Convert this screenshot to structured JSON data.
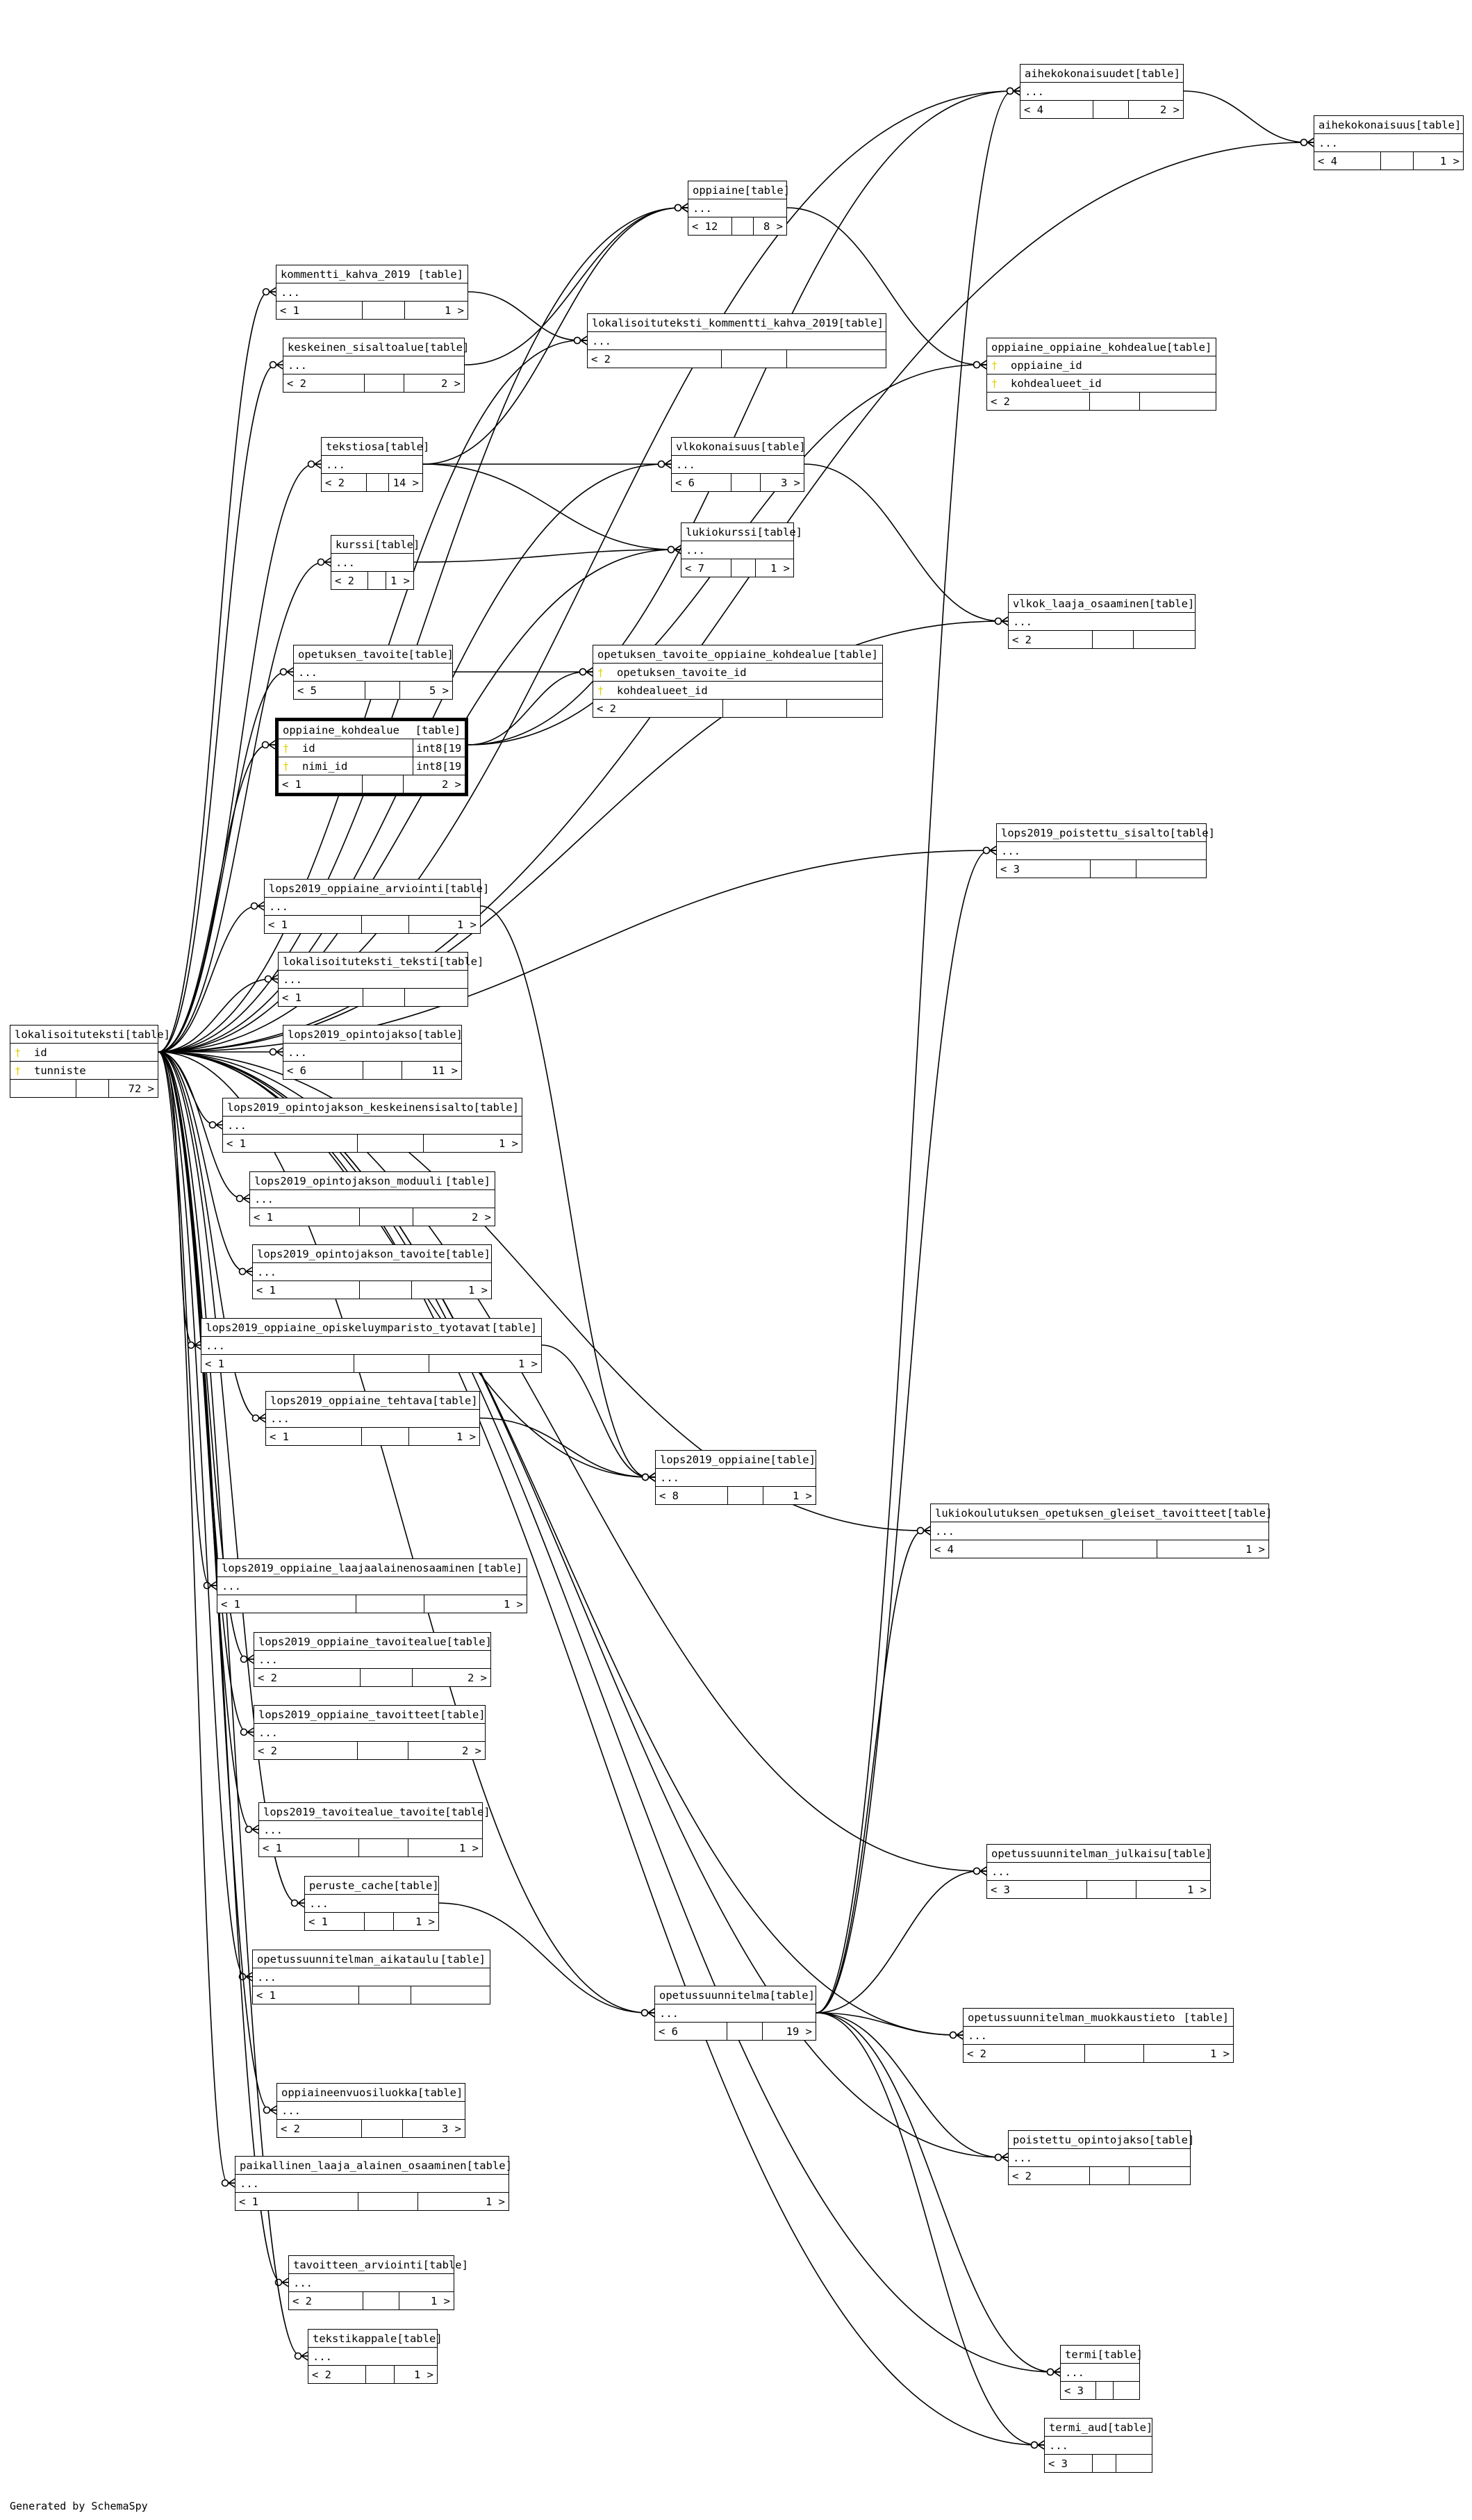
{
  "footer": "Generated by SchemaSpy",
  "table_tag": "[table]",
  "tables": [
    {
      "id": "aihekokonaisuudet",
      "name": "aihekokonaisuudet",
      "rows": [
        {
          "name": "..."
        }
      ],
      "foot": [
        "< 4",
        "",
        "2 >"
      ]
    },
    {
      "id": "aihekokonaisuus",
      "name": "aihekokonaisuus",
      "rows": [
        {
          "name": "..."
        }
      ],
      "foot": [
        "< 4",
        "",
        "1 >"
      ]
    },
    {
      "id": "oppiaine",
      "name": "oppiaine",
      "rows": [
        {
          "name": "..."
        }
      ],
      "foot": [
        "< 12",
        "",
        "8 >"
      ]
    },
    {
      "id": "kommentti_kahva_2019",
      "name": "kommentti_kahva_2019",
      "rows": [
        {
          "name": "..."
        }
      ],
      "foot": [
        "< 1",
        "",
        "1 >"
      ]
    },
    {
      "id": "lokalisoituteksti_kommentti_kahva_2019",
      "name": "lokalisoituteksti_kommentti_kahva_2019",
      "rows": [
        {
          "name": "..."
        }
      ],
      "foot": [
        "< 2",
        "",
        ""
      ]
    },
    {
      "id": "oppiaine_oppiaine_kohdealue",
      "name": "oppiaine_oppiaine_kohdealue",
      "rows": [
        {
          "key": "†",
          "name": "oppiaine_id"
        },
        {
          "key": "†",
          "name": "kohdealueet_id"
        }
      ],
      "foot": [
        "< 2",
        "",
        ""
      ]
    },
    {
      "id": "keskeinen_sisaltoalue",
      "name": "keskeinen_sisaltoalue",
      "rows": [
        {
          "name": "..."
        }
      ],
      "foot": [
        "< 2",
        "",
        "2 >"
      ]
    },
    {
      "id": "tekstiosa",
      "name": "tekstiosa",
      "rows": [
        {
          "name": "..."
        }
      ],
      "foot": [
        "< 2",
        "",
        "14 >"
      ]
    },
    {
      "id": "vlkokonaisuus",
      "name": "vlkokonaisuus",
      "rows": [
        {
          "name": "..."
        }
      ],
      "foot": [
        "< 6",
        "",
        "3 >"
      ]
    },
    {
      "id": "lukiokurssi",
      "name": "lukiokurssi",
      "rows": [
        {
          "name": "..."
        }
      ],
      "foot": [
        "< 7",
        "",
        "1 >"
      ]
    },
    {
      "id": "kurssi",
      "name": "kurssi",
      "rows": [
        {
          "name": "..."
        }
      ],
      "foot": [
        "< 2",
        "",
        "1 >"
      ]
    },
    {
      "id": "vlkok_laaja_osaaminen",
      "name": "vlkok_laaja_osaaminen",
      "rows": [
        {
          "name": "..."
        }
      ],
      "foot": [
        "< 2",
        "",
        ""
      ]
    },
    {
      "id": "opetuksen_tavoite",
      "name": "opetuksen_tavoite",
      "rows": [
        {
          "name": "..."
        }
      ],
      "foot": [
        "< 5",
        "",
        "5 >"
      ]
    },
    {
      "id": "opetuksen_tavoite_oppiaine_kohdealue",
      "name": "opetuksen_tavoite_oppiaine_kohdealue",
      "rows": [
        {
          "key": "†",
          "name": "opetuksen_tavoite_id"
        },
        {
          "key": "†",
          "name": "kohdealueet_id"
        }
      ],
      "foot": [
        "< 2",
        "",
        ""
      ]
    },
    {
      "id": "oppiaine_kohdealue",
      "name": "oppiaine_kohdealue",
      "focus": true,
      "rows": [
        {
          "key": "†",
          "name": "id",
          "type": "int8[19]"
        },
        {
          "key": "†",
          "name": "nimi_id",
          "type": "int8[19]"
        }
      ],
      "foot": [
        "< 1",
        "",
        "2 >"
      ]
    },
    {
      "id": "lops2019_poistettu_sisalto",
      "name": "lops2019_poistettu_sisalto",
      "rows": [
        {
          "name": "..."
        }
      ],
      "foot": [
        "< 3",
        "",
        ""
      ]
    },
    {
      "id": "lops2019_oppiaine_arviointi",
      "name": "lops2019_oppiaine_arviointi",
      "rows": [
        {
          "name": "..."
        }
      ],
      "foot": [
        "< 1",
        "",
        "1 >"
      ]
    },
    {
      "id": "lokalisoituteksti_teksti",
      "name": "lokalisoituteksti_teksti",
      "rows": [
        {
          "name": "..."
        }
      ],
      "foot": [
        "< 1",
        "",
        ""
      ]
    },
    {
      "id": "lokalisoituteksti",
      "name": "lokalisoituteksti",
      "rows": [
        {
          "key": "†",
          "name": "id"
        },
        {
          "key": "†",
          "name": "tunniste"
        }
      ],
      "foot": [
        "",
        "",
        "72 >"
      ]
    },
    {
      "id": "lops2019_opintojakso",
      "name": "lops2019_opintojakso",
      "rows": [
        {
          "name": "..."
        }
      ],
      "foot": [
        "< 6",
        "",
        "11 >"
      ]
    },
    {
      "id": "lops2019_opintojakson_keskeinensisalto",
      "name": "lops2019_opintojakson_keskeinensisalto",
      "rows": [
        {
          "name": "..."
        }
      ],
      "foot": [
        "< 1",
        "",
        "1 >"
      ]
    },
    {
      "id": "lops2019_opintojakson_moduuli",
      "name": "lops2019_opintojakson_moduuli",
      "rows": [
        {
          "name": "..."
        }
      ],
      "foot": [
        "< 1",
        "",
        "2 >"
      ]
    },
    {
      "id": "lops2019_opintojakson_tavoite",
      "name": "lops2019_opintojakson_tavoite",
      "rows": [
        {
          "name": "..."
        }
      ],
      "foot": [
        "< 1",
        "",
        "1 >"
      ]
    },
    {
      "id": "lops2019_oppiaine_opiskeluymparisto_tyotavat",
      "name": "lops2019_oppiaine_opiskeluymparisto_tyotavat",
      "rows": [
        {
          "name": "..."
        }
      ],
      "foot": [
        "< 1",
        "",
        "1 >"
      ]
    },
    {
      "id": "lops2019_oppiaine_tehtava",
      "name": "lops2019_oppiaine_tehtava",
      "rows": [
        {
          "name": "..."
        }
      ],
      "foot": [
        "< 1",
        "",
        "1 >"
      ]
    },
    {
      "id": "lops2019_oppiaine",
      "name": "lops2019_oppiaine",
      "rows": [
        {
          "name": "..."
        }
      ],
      "foot": [
        "< 8",
        "",
        "1 >"
      ]
    },
    {
      "id": "lukiokoulutuksen_opetuksen_gleiset_tavoitteet",
      "name": "lukiokoulutuksen_opetuksen_gleiset_tavoitteet",
      "rows": [
        {
          "name": "..."
        }
      ],
      "foot": [
        "< 4",
        "",
        "1 >"
      ]
    },
    {
      "id": "lops2019_oppiaine_laajaalainenosaaminen",
      "name": "lops2019_oppiaine_laajaalainenosaaminen",
      "rows": [
        {
          "name": "..."
        }
      ],
      "foot": [
        "< 1",
        "",
        "1 >"
      ]
    },
    {
      "id": "lops2019_oppiaine_tavoitealue",
      "name": "lops2019_oppiaine_tavoitealue",
      "rows": [
        {
          "name": "..."
        }
      ],
      "foot": [
        "< 2",
        "",
        "2 >"
      ]
    },
    {
      "id": "lops2019_oppiaine_tavoitteet",
      "name": "lops2019_oppiaine_tavoitteet",
      "rows": [
        {
          "name": "..."
        }
      ],
      "foot": [
        "< 2",
        "",
        "2 >"
      ]
    },
    {
      "id": "lops2019_tavoitealue_tavoite",
      "name": "lops2019_tavoitealue_tavoite",
      "rows": [
        {
          "name": "..."
        }
      ],
      "foot": [
        "< 1",
        "",
        "1 >"
      ]
    },
    {
      "id": "opetussuunnitelman_julkaisu",
      "name": "opetussuunnitelman_julkaisu",
      "rows": [
        {
          "name": "..."
        }
      ],
      "foot": [
        "< 3",
        "",
        "1 >"
      ]
    },
    {
      "id": "peruste_cache",
      "name": "peruste_cache",
      "rows": [
        {
          "name": "..."
        }
      ],
      "foot": [
        "< 1",
        "",
        "1 >"
      ]
    },
    {
      "id": "opetussuunnitelman_aikataulu",
      "name": "opetussuunnitelman_aikataulu",
      "rows": [
        {
          "name": "..."
        }
      ],
      "foot": [
        "< 1",
        "",
        ""
      ]
    },
    {
      "id": "opetussuunnitelma",
      "name": "opetussuunnitelma",
      "rows": [
        {
          "name": "..."
        }
      ],
      "foot": [
        "< 6",
        "",
        "19 >"
      ]
    },
    {
      "id": "opetussuunnitelman_muokkaustieto",
      "name": "opetussuunnitelman_muokkaustieto",
      "rows": [
        {
          "name": "..."
        }
      ],
      "foot": [
        "< 2",
        "",
        "1 >"
      ]
    },
    {
      "id": "oppiaineenvuosiluokka",
      "name": "oppiaineenvuosiluokka",
      "rows": [
        {
          "name": "..."
        }
      ],
      "foot": [
        "< 2",
        "",
        "3 >"
      ]
    },
    {
      "id": "poistettu_opintojakso",
      "name": "poistettu_opintojakso",
      "rows": [
        {
          "name": "..."
        }
      ],
      "foot": [
        "< 2",
        "",
        ""
      ]
    },
    {
      "id": "paikallinen_laaja_alainen_osaaminen",
      "name": "paikallinen_laaja_alainen_osaaminen",
      "rows": [
        {
          "name": "..."
        }
      ],
      "foot": [
        "< 1",
        "",
        "1 >"
      ]
    },
    {
      "id": "tavoitteen_arviointi",
      "name": "tavoitteen_arviointi",
      "rows": [
        {
          "name": "..."
        }
      ],
      "foot": [
        "< 2",
        "",
        "1 >"
      ]
    },
    {
      "id": "tekstikappale",
      "name": "tekstikappale",
      "rows": [
        {
          "name": "..."
        }
      ],
      "foot": [
        "< 2",
        "",
        "1 >"
      ]
    },
    {
      "id": "termi",
      "name": "termi",
      "rows": [
        {
          "name": "..."
        }
      ],
      "foot": [
        "< 3",
        "",
        ""
      ]
    },
    {
      "id": "termi_aud",
      "name": "termi_aud",
      "rows": [
        {
          "name": "..."
        }
      ],
      "foot": [
        "< 3",
        "",
        ""
      ]
    }
  ],
  "relations": [
    [
      "aihekokonaisuudet",
      "aihekokonaisuus"
    ],
    [
      "lokalisoituteksti",
      "aihekokonaisuudet"
    ],
    [
      "lokalisoituteksti",
      "aihekokonaisuus"
    ],
    [
      "lokalisoituteksti",
      "oppiaine"
    ],
    [
      "lokalisoituteksti",
      "kommentti_kahva_2019"
    ],
    [
      "kommentti_kahva_2019",
      "lokalisoituteksti_kommentti_kahva_2019"
    ],
    [
      "lokalisoituteksti",
      "lokalisoituteksti_kommentti_kahva_2019"
    ],
    [
      "oppiaine",
      "oppiaine_oppiaine_kohdealue"
    ],
    [
      "oppiaine_kohdealue",
      "oppiaine_oppiaine_kohdealue"
    ],
    [
      "lokalisoituteksti",
      "keskeinen_sisaltoalue"
    ],
    [
      "keskeinen_sisaltoalue",
      "oppiaine"
    ],
    [
      "lokalisoituteksti",
      "tekstiosa"
    ],
    [
      "tekstiosa",
      "oppiaine"
    ],
    [
      "tekstiosa",
      "vlkokonaisuus"
    ],
    [
      "tekstiosa",
      "lukiokurssi"
    ],
    [
      "lokalisoituteksti",
      "vlkokonaisuus"
    ],
    [
      "lokalisoituteksti",
      "lukiokurssi"
    ],
    [
      "lokalisoituteksti",
      "kurssi"
    ],
    [
      "kurssi",
      "lukiokurssi"
    ],
    [
      "vlkokonaisuus",
      "vlkok_laaja_osaaminen"
    ],
    [
      "lokalisoituteksti",
      "opetuksen_tavoite"
    ],
    [
      "opetuksen_tavoite",
      "opetuksen_tavoite_oppiaine_kohdealue"
    ],
    [
      "oppiaine_kohdealue",
      "opetuksen_tavoite_oppiaine_kohdealue"
    ],
    [
      "lokalisoituteksti",
      "oppiaine_kohdealue"
    ],
    [
      "oppiaine_kohdealue",
      "aihekokonaisuudet"
    ],
    [
      "lokalisoituteksti",
      "vlkok_laaja_osaaminen"
    ],
    [
      "lokalisoituteksti",
      "lops2019_poistettu_sisalto"
    ],
    [
      "lokalisoituteksti",
      "lops2019_oppiaine_arviointi"
    ],
    [
      "lops2019_oppiaine_arviointi",
      "lops2019_oppiaine"
    ],
    [
      "lokalisoituteksti",
      "lokalisoituteksti_teksti"
    ],
    [
      "lokalisoituteksti",
      "lops2019_opintojakso"
    ],
    [
      "lokalisoituteksti",
      "lops2019_opintojakson_keskeinensisalto"
    ],
    [
      "lokalisoituteksti",
      "lops2019_opintojakson_moduuli"
    ],
    [
      "lokalisoituteksti",
      "lops2019_opintojakson_tavoite"
    ],
    [
      "lokalisoituteksti",
      "lops2019_oppiaine_opiskeluymparisto_tyotavat"
    ],
    [
      "lops2019_oppiaine_opiskeluymparisto_tyotavat",
      "lops2019_oppiaine"
    ],
    [
      "lokalisoituteksti",
      "lops2019_oppiaine_tehtava"
    ],
    [
      "lops2019_oppiaine_tehtava",
      "lops2019_oppiaine"
    ],
    [
      "lokalisoituteksti",
      "lops2019_oppiaine"
    ],
    [
      "lokalisoituteksti",
      "lukiokoulutuksen_opetuksen_gleiset_tavoitteet"
    ],
    [
      "lokalisoituteksti",
      "lops2019_oppiaine_laajaalainenosaaminen"
    ],
    [
      "lokalisoituteksti",
      "lops2019_oppiaine_tavoitealue"
    ],
    [
      "lokalisoituteksti",
      "lops2019_oppiaine_tavoitteet"
    ],
    [
      "lokalisoituteksti",
      "lops2019_tavoitealue_tavoite"
    ],
    [
      "lokalisoituteksti",
      "opetussuunnitelman_julkaisu"
    ],
    [
      "lokalisoituteksti",
      "peruste_cache"
    ],
    [
      "peruste_cache",
      "opetussuunnitelma"
    ],
    [
      "lokalisoituteksti",
      "opetussuunnitelman_aikataulu"
    ],
    [
      "lokalisoituteksti",
      "opetussuunnitelma"
    ],
    [
      "opetussuunnitelma",
      "aihekokonaisuudet"
    ],
    [
      "opetussuunnitelma",
      "lops2019_poistettu_sisalto"
    ],
    [
      "opetussuunnitelma",
      "lukiokoulutuksen_opetuksen_gleiset_tavoitteet"
    ],
    [
      "opetussuunnitelma",
      "opetussuunnitelman_julkaisu"
    ],
    [
      "opetussuunnitelma",
      "opetussuunnitelman_muokkaustieto"
    ],
    [
      "lokalisoituteksti",
      "opetussuunnitelman_muokkaustieto"
    ],
    [
      "opetussuunnitelma",
      "poistettu_opintojakso"
    ],
    [
      "lokalisoituteksti",
      "poistettu_opintojakso"
    ],
    [
      "lokalisoituteksti",
      "oppiaineenvuosiluokka"
    ],
    [
      "lokalisoituteksti",
      "paikallinen_laaja_alainen_osaaminen"
    ],
    [
      "lokalisoituteksti",
      "tavoitteen_arviointi"
    ],
    [
      "lokalisoituteksti",
      "tekstikappale"
    ],
    [
      "opetussuunnitelma",
      "termi"
    ],
    [
      "lokalisoituteksti",
      "termi"
    ],
    [
      "opetussuunnitelma",
      "termi_aud"
    ],
    [
      "lokalisoituteksti",
      "termi_aud"
    ]
  ]
}
